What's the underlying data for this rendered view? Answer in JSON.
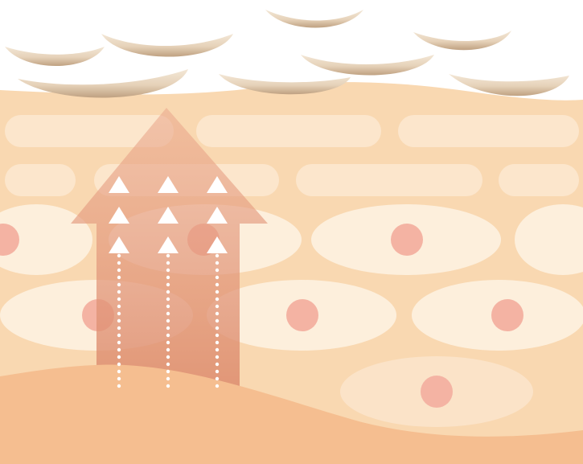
{
  "diagram": {
    "subject": "skin-cross-section",
    "arrow_marker_count": 9,
    "dotted_track_count": 3
  },
  "colors": {
    "background": "#ffffff",
    "upper_skin": "#f9d8b1",
    "lower_skin": "#f5be90",
    "cell": "#fdefdc",
    "cell_nucleus": "#f4b3a3",
    "flake_light": "#efe0cc",
    "flake_dark": "#c9ad8e",
    "arrow": "#e49a7e",
    "marker": "#ffffff"
  }
}
